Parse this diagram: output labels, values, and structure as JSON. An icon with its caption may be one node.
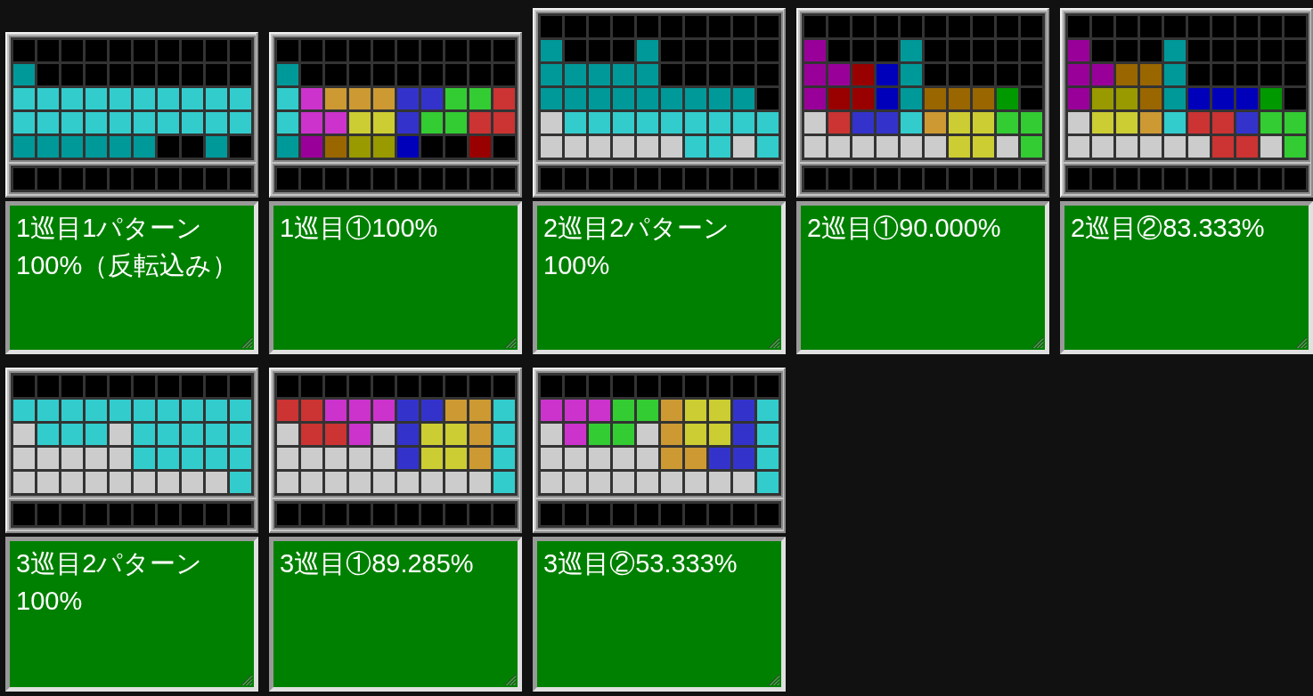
{
  "diagram": {
    "nodes": [
      {
        "text": [
          "1巡目1パターン100%（反転込み）"
        ]
      },
      {
        "text": [
          "1巡目①100%"
        ]
      },
      {
        "text": [
          "2巡目2パターン100%"
        ]
      },
      {
        "text": [
          "2巡目①90.000%"
        ]
      },
      {
        "text": [
          "2巡目②83.333%"
        ]
      },
      {
        "text": [
          "3巡目2パターン100%"
        ]
      },
      {
        "text": [
          "3巡目①89.285%"
        ]
      },
      {
        "text": [
          "3巡目②53.333%"
        ]
      }
    ]
  }
}
